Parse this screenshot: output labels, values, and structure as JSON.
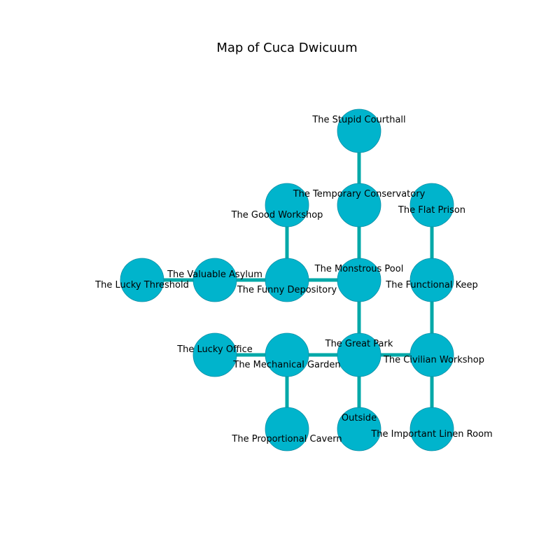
{
  "title": "Map of Cuca Dwicuum",
  "colors": {
    "node_fill": "#00b4cc",
    "node_stroke": "#0a8fa6",
    "edge": "#00a8a8",
    "text": "#000000"
  },
  "nodes": [
    {
      "id": "stupid-courthall",
      "label": "The Stupid Courthall",
      "col": 3,
      "row": 0
    },
    {
      "id": "temporary-conservatory",
      "label": "The Temporary Conservatory",
      "col": 3,
      "row": 1
    },
    {
      "id": "good-workshop",
      "label": "The Good Workshop",
      "col": 2,
      "row": 1
    },
    {
      "id": "flat-prison",
      "label": "The Flat Prison",
      "col": 4,
      "row": 1
    },
    {
      "id": "lucky-threshold",
      "label": "The Lucky Threshold",
      "col": 0,
      "row": 2
    },
    {
      "id": "valuable-asylum",
      "label": "The Valuable Asylum",
      "col": 1,
      "row": 2
    },
    {
      "id": "funny-depository",
      "label": "The Funny Depository",
      "col": 2,
      "row": 2
    },
    {
      "id": "monstrous-pool",
      "label": "The Monstrous Pool",
      "col": 3,
      "row": 2
    },
    {
      "id": "functional-keep",
      "label": "The Functional Keep",
      "col": 4,
      "row": 2
    },
    {
      "id": "lucky-office",
      "label": "The Lucky Office",
      "col": 1,
      "row": 3
    },
    {
      "id": "mechanical-garden",
      "label": "The Mechanical Garden",
      "col": 2,
      "row": 3
    },
    {
      "id": "great-park",
      "label": "The Great Park",
      "col": 3,
      "row": 3
    },
    {
      "id": "civilian-workshop",
      "label": "The Civilian Workshop",
      "col": 4,
      "row": 3
    },
    {
      "id": "proportional-cavern",
      "label": "The Proportional Cavern",
      "col": 2,
      "row": 4
    },
    {
      "id": "outside",
      "label": "Outside",
      "col": 3,
      "row": 4
    },
    {
      "id": "important-linen-room",
      "label": "The Important Linen Room",
      "col": 4,
      "row": 4
    }
  ],
  "edges": [
    [
      "stupid-courthall",
      "temporary-conservatory"
    ],
    [
      "temporary-conservatory",
      "monstrous-pool"
    ],
    [
      "good-workshop",
      "funny-depository"
    ],
    [
      "flat-prison",
      "functional-keep"
    ],
    [
      "lucky-threshold",
      "valuable-asylum"
    ],
    [
      "valuable-asylum",
      "funny-depository"
    ],
    [
      "funny-depository",
      "monstrous-pool"
    ],
    [
      "monstrous-pool",
      "great-park"
    ],
    [
      "functional-keep",
      "civilian-workshop"
    ],
    [
      "lucky-office",
      "mechanical-garden"
    ],
    [
      "mechanical-garden",
      "great-park"
    ],
    [
      "great-park",
      "civilian-workshop"
    ],
    [
      "mechanical-garden",
      "proportional-cavern"
    ],
    [
      "great-park",
      "outside"
    ],
    [
      "civilian-workshop",
      "important-linen-room"
    ]
  ]
}
